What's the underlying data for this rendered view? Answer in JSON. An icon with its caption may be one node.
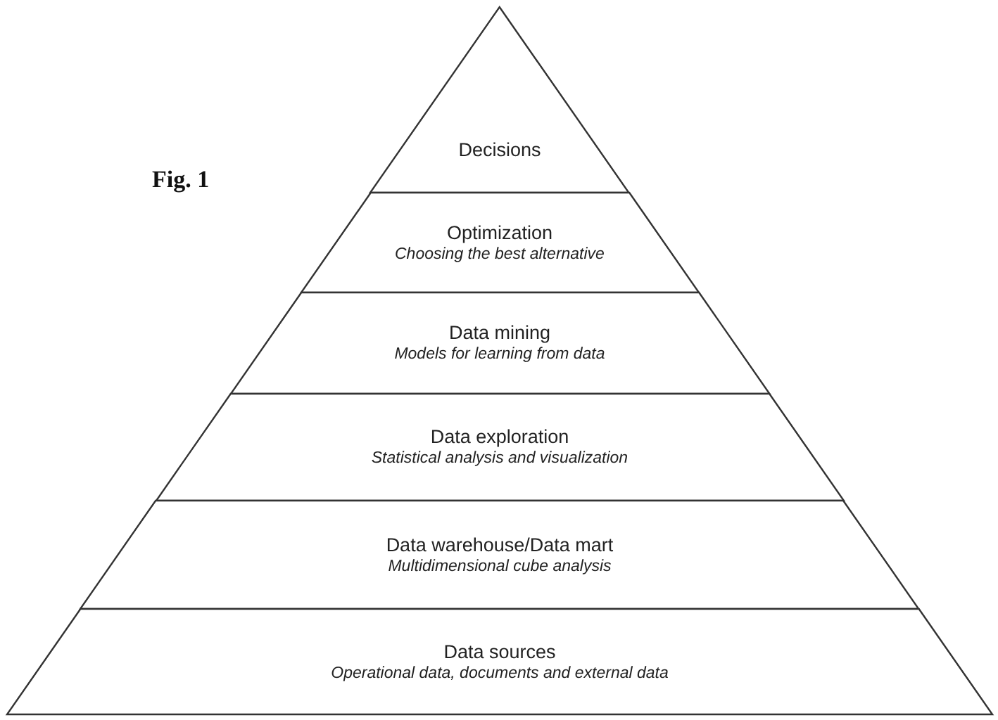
{
  "diagram": {
    "title": "Fig. 1",
    "nodes": [
      {
        "text": [
          "Decisions"
        ]
      },
      {
        "text": [
          "Optimization",
          "Choosing the best alternative"
        ]
      },
      {
        "text": [
          "Data mining",
          "Models for learning from data"
        ]
      },
      {
        "text": [
          "Data exploration",
          "Statistical analysis and visualization"
        ]
      },
      {
        "text": [
          "Data warehouse/Data mart",
          "Multidimensional cube analysis"
        ]
      },
      {
        "text": [
          "Data sources",
          "Operational data, documents and external data"
        ]
      }
    ]
  }
}
